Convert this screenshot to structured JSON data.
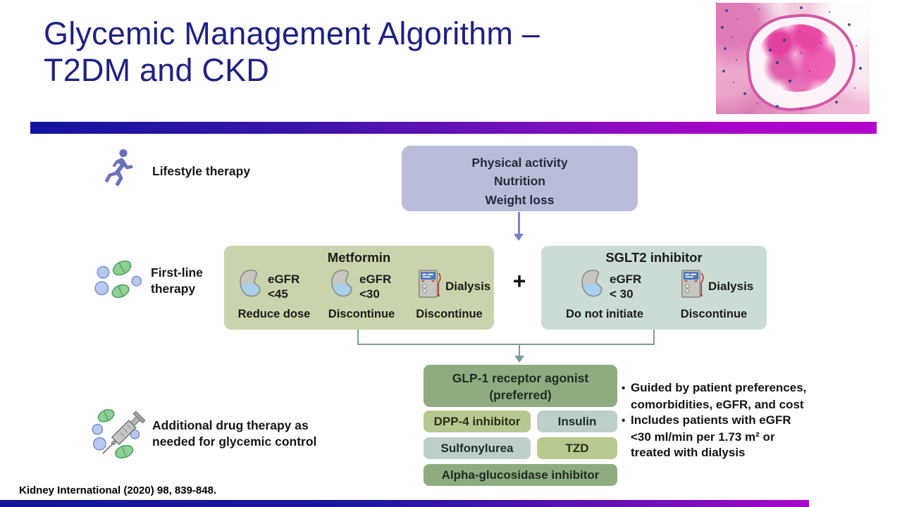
{
  "title": {
    "line1": "Glycemic Management Algorithm –",
    "line2": "T2DM and CKD"
  },
  "colors": {
    "title_navy": "#1f2183",
    "bar_gradient_left": "#1313a0",
    "bar_gradient_right": "#b303cd",
    "lavender_box": "#b8bdda",
    "metformin_box": "#c9d4ac",
    "sglt2_box": "#cbdcd5",
    "dark_green_box": "#8fac80",
    "olive_box": "#b7c890",
    "pale_teal_box": "#bccfc8",
    "arrow_purple": "#7a81c2",
    "connector_teal": "#7e9b99",
    "runner_icon": "#6b72b8"
  },
  "icons": {
    "runner": "runner-icon",
    "pills": "pills-icon",
    "kidney": "kidney-icon",
    "dialysis": "dialysis-icon",
    "syringe": "syringe-pills-icon"
  },
  "rows": {
    "lifestyle": {
      "label": "Lifestyle therapy",
      "box": {
        "line1": "Physical activity",
        "line2": "Nutrition",
        "line3": "Weight loss"
      }
    },
    "first_line": {
      "label_line1": "First-line",
      "label_line2": "therapy",
      "plus": "+",
      "metformin": {
        "title": "Metformin",
        "col1": {
          "cond_line1": "eGFR",
          "cond_line2": "<45",
          "action": "Reduce dose"
        },
        "col2": {
          "cond_line1": "eGFR",
          "cond_line2": "<30",
          "action": "Discontinue"
        },
        "col3": {
          "cond": "Dialysis",
          "action": "Discontinue"
        }
      },
      "sglt2": {
        "title": "SGLT2 inhibitor",
        "col1": {
          "cond_line1": "eGFR",
          "cond_line2": "< 30",
          "action": "Do not initiate"
        },
        "col2": {
          "cond": "Dialysis",
          "action": "Discontinue"
        }
      }
    },
    "additional": {
      "label_line1": "Additional drug therapy as",
      "label_line2": "needed for glycemic control",
      "glp1_line1": "GLP-1 receptor agonist",
      "glp1_line2": "(preferred)",
      "dpp4": "DPP-4 inhibitor",
      "insulin": "Insulin",
      "sulfonylurea": "Sulfonylurea",
      "tzd": "TZD",
      "alpha": "Alpha-glucosidase inhibitor",
      "bullet": "•",
      "bullets": [
        {
          "line1": "Guided by patient preferences,",
          "line2": "comorbidities, eGFR, and cost"
        },
        {
          "line1": "Includes patients with eGFR",
          "line2": "<30 ml/min per 1.73 m² or",
          "line3": "treated with dialysis"
        }
      ]
    }
  },
  "citation": "Kidney International (2020) 98, 839-848."
}
